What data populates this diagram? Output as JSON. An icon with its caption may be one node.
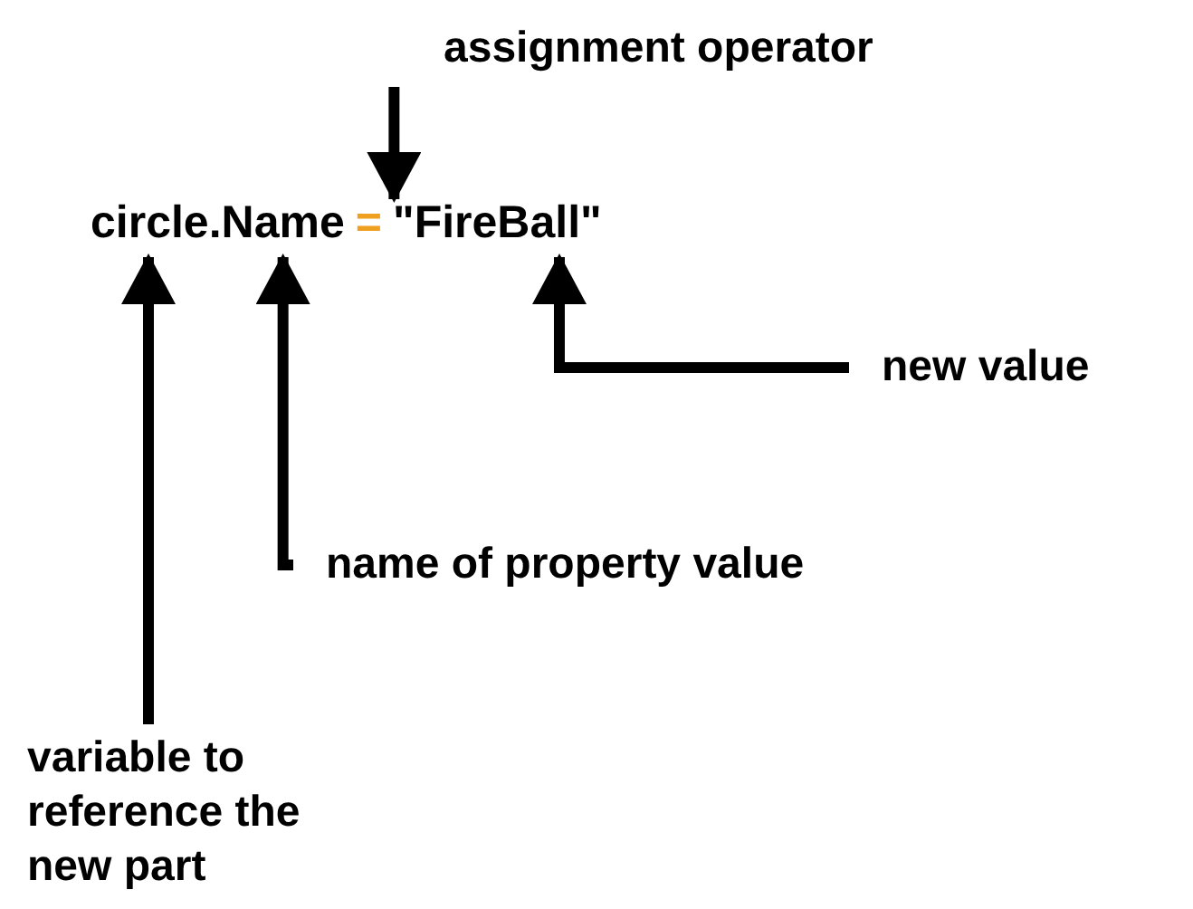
{
  "diagram": {
    "nodes": [
      {
        "text": [
          "assignment operator"
        ]
      },
      {
        "text": [
          "circle."
        ]
      },
      {
        "text": [
          "Name"
        ]
      },
      {
        "text": [
          "="
        ]
      },
      {
        "text": [
          "\"FireBall\""
        ]
      },
      {
        "text": [
          "new value"
        ]
      },
      {
        "text": [
          "name of property value"
        ]
      },
      {
        "text": [
          "variable to reference the new part"
        ]
      }
    ],
    "edges": [
      {
        "from": 0,
        "to": 3,
        "arrow": "to"
      },
      {
        "from": 5,
        "to": 4,
        "arrow": "to"
      },
      {
        "from": 6,
        "to": 2,
        "arrow": "to"
      },
      {
        "from": 7,
        "to": 1,
        "arrow": "to"
      }
    ]
  }
}
